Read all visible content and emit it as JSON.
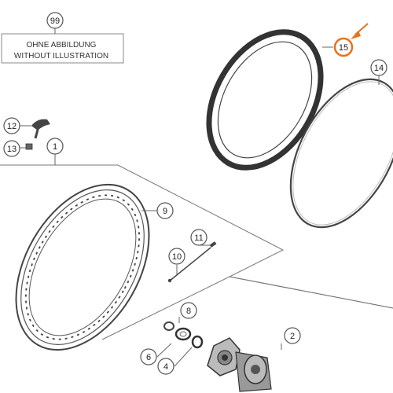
{
  "note": {
    "line1": "OHNE ABBILDUNG",
    "line2": "WITHOUT ILLUSTRATION"
  },
  "callouts": [
    {
      "id": "c99",
      "label": "99"
    },
    {
      "id": "c15",
      "label": "15",
      "highlighted": true
    },
    {
      "id": "c14",
      "label": "14"
    },
    {
      "id": "c12",
      "label": "12"
    },
    {
      "id": "c13",
      "label": "13"
    },
    {
      "id": "c1",
      "label": "1"
    },
    {
      "id": "c9",
      "label": "9"
    },
    {
      "id": "c11",
      "label": "11"
    },
    {
      "id": "c10",
      "label": "10"
    },
    {
      "id": "c8",
      "label": "8"
    },
    {
      "id": "c6",
      "label": "6"
    },
    {
      "id": "c4",
      "label": "4"
    },
    {
      "id": "c2",
      "label": "2"
    }
  ],
  "colors": {
    "line": "#555555",
    "accent": "#e8721c",
    "part": "#3a3a3a"
  }
}
